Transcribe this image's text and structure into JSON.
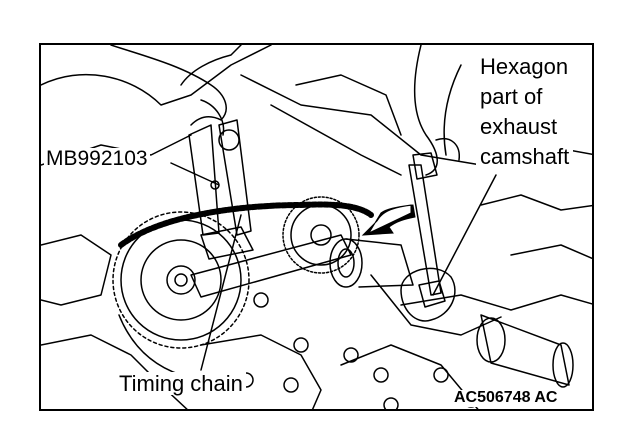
{
  "labels": {
    "tool": "MB992103",
    "hexagon": [
      "Hexagon",
      "part of",
      "exhaust",
      "camshaft"
    ],
    "chain": "Timing chain",
    "code": "AC506748 AC"
  },
  "colors": {
    "line": "#000000",
    "background": "#ffffff",
    "arrow_fill": "#000000"
  },
  "icons": {
    "direction_arrow": "rotation-arrow-icon",
    "wrench": "wrench-icon"
  }
}
